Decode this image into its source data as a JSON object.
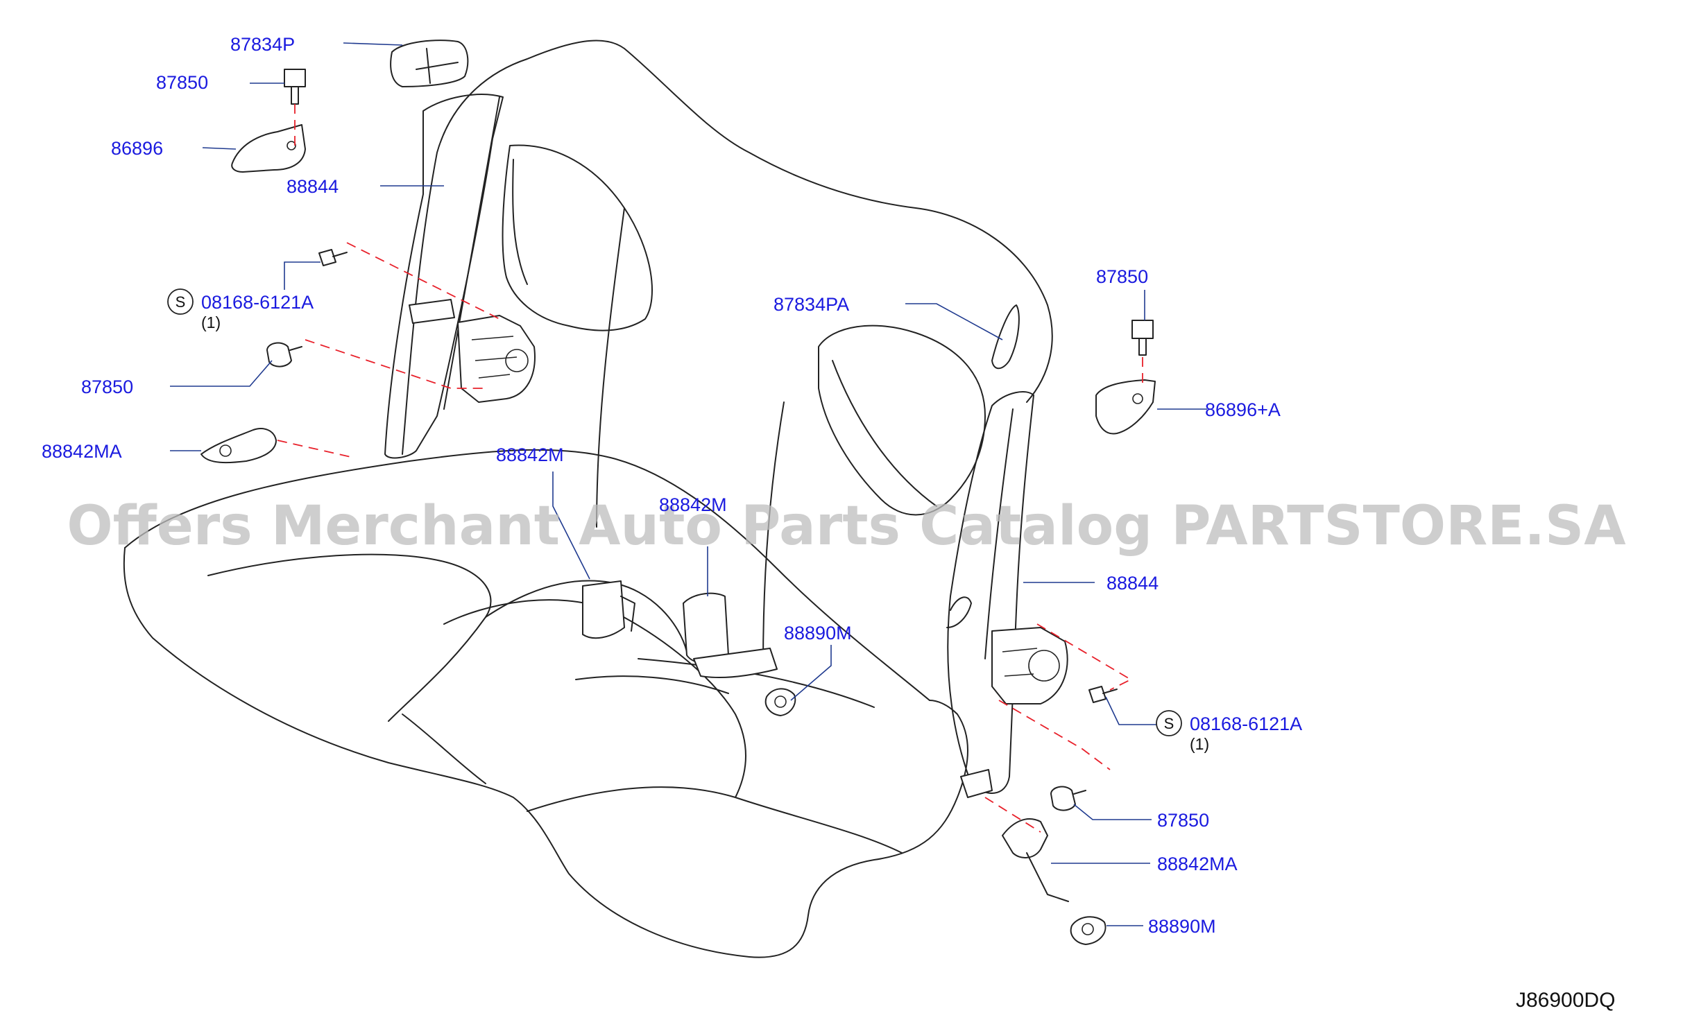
{
  "watermark": "Offers Merchant Auto Parts Catalog PARTSTORE.SA",
  "diagram_code": "J86900DQ",
  "symbol_letter": "S",
  "labels": {
    "l1": "87834P",
    "l2": "87850",
    "l3": "86896",
    "l4": "88844",
    "l5": "08168-6121A",
    "l5q": "(1)",
    "l6": "87850",
    "l7": "88842MA",
    "l8": "88842M",
    "l9": "88842M",
    "l10": "88890M",
    "l11": "87834PA",
    "l12": "87850",
    "l13": "86896+A",
    "l14": "88844",
    "l15": "08168-6121A",
    "l15q": "(1)",
    "l16": "87850",
    "l17": "88842MA",
    "l18": "88890M"
  }
}
